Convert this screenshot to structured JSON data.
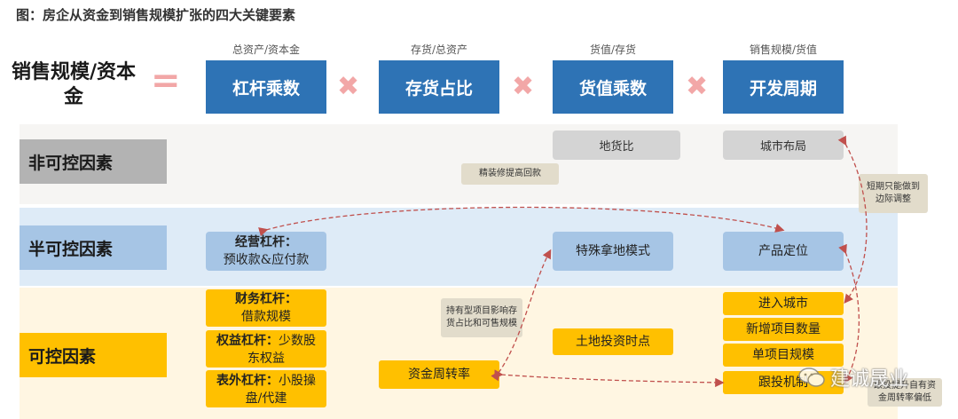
{
  "title": "图：房企从资金到销售规模扩张的四大关键要素",
  "formula": {
    "left": "销售规模/资本金",
    "equals": "=",
    "times": "✖",
    "factors": [
      {
        "name": "杠杆乘数",
        "sub": "总资产/资本金"
      },
      {
        "name": "存货占比",
        "sub": "存货/总资产"
      },
      {
        "name": "货值乘数",
        "sub": "货值/存货"
      },
      {
        "name": "开发周期",
        "sub": "销售规模/货值"
      }
    ]
  },
  "rows": {
    "uncontrollable": "非可控因素",
    "semi": "半可控因素",
    "controllable": "可控因素"
  },
  "boxes": {
    "land_ratio": "地货比",
    "city_layout": "城市布局",
    "fine_decor": "精装修提高回款",
    "short_term": "短期只能做到边际调整",
    "operating_leverage_title": "经营杠杆：",
    "operating_leverage_text": "预收款&应付款",
    "special_land": "特殊拿地模式",
    "positioning": "产品定位",
    "financial_leverage_title": "财务杠杆：",
    "financial_leverage_text": "借款规模",
    "equity_leverage_title": "权益杠杆：",
    "equity_leverage_text": "少数股东权益",
    "offbalance_title": "表外杠杆：",
    "offbalance_text": "小股操盘/代建",
    "holding_note": "持有型项目影响存货占比和可售规模",
    "land_timing": "土地投资时点",
    "capital_turnover": "资金周转率",
    "enter_city": "进入城市",
    "new_projects": "新增项目数量",
    "single_scale": "单项目规模",
    "follow_invest": "跟投机制",
    "follow_note": "跟投提升自有资金周转率偏低"
  },
  "watermark": "建诚晟业",
  "colors": {
    "blue": "#2e73b5",
    "yellow": "#ffc000",
    "light_blue": "#a6c5e5",
    "grey": "#d4d4d4",
    "arrow": "#c0504d"
  }
}
